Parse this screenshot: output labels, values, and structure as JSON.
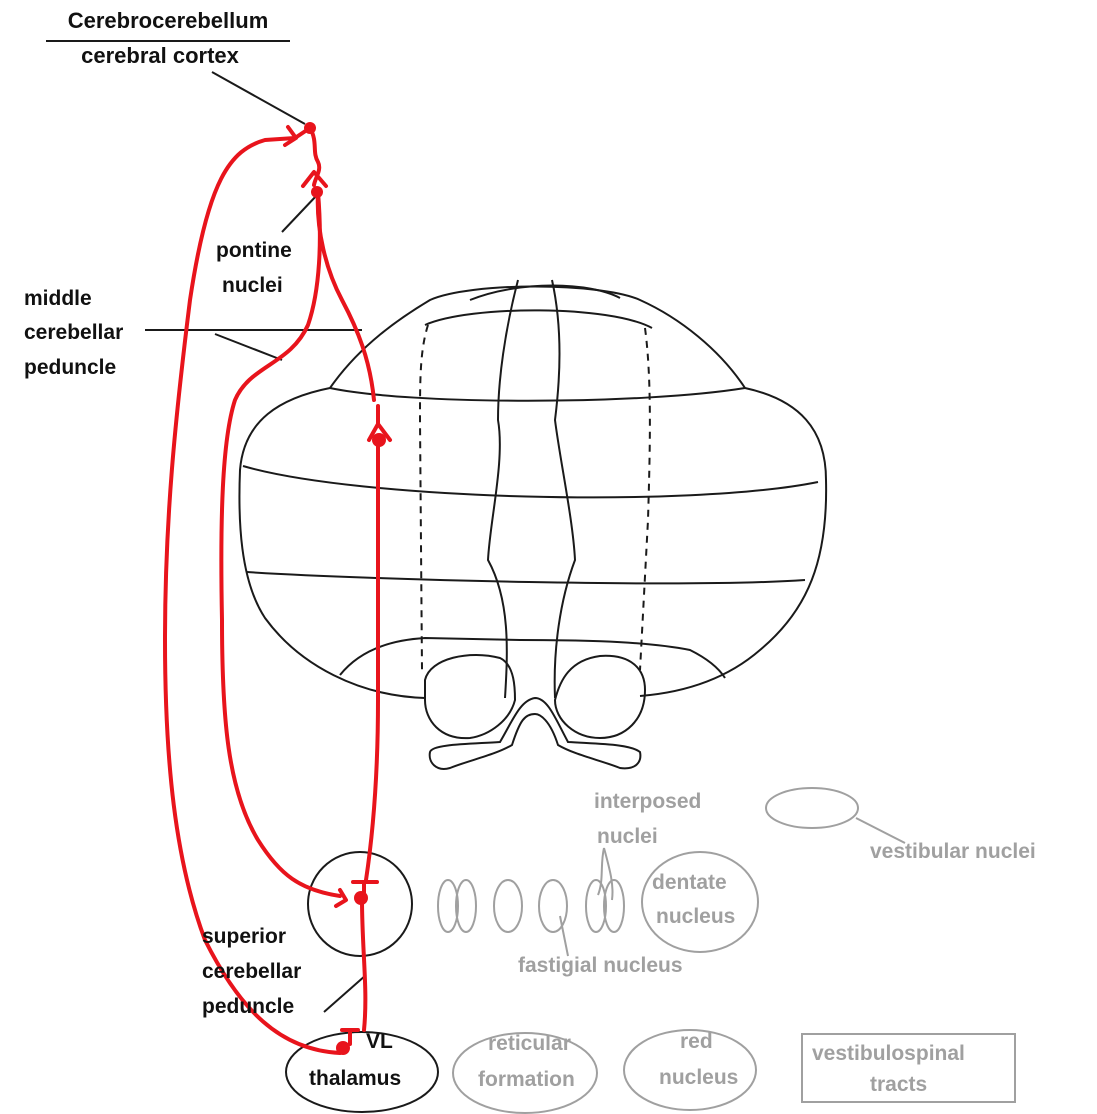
{
  "title": {
    "line1": "Cerebrocerebellum",
    "line2": "cerebral cortex"
  },
  "labels": {
    "pontine_1": "pontine",
    "pontine_2": "nuclei",
    "mcp_1": "middle",
    "mcp_2": "cerebellar",
    "mcp_3": "peduncle",
    "scp_1": "superior",
    "scp_2": "cerebellar",
    "scp_3": "peduncle",
    "vl_1": "VL",
    "vl_2": "thalamus",
    "interposed_1": "interposed",
    "interposed_2": "nuclei",
    "dentate_1": "dentate",
    "dentate_2": "nucleus",
    "fastigial": "fastigial nucleus",
    "vestibular_nuclei": "vestibular nuclei",
    "reticular_1": "reticular",
    "reticular_2": "formation",
    "red_1": "red",
    "red_2": "nucleus",
    "vestibulospinal_1": "vestibulospinal",
    "vestibulospinal_2": "tracts"
  },
  "colors": {
    "pathway": "#e8141c",
    "outline": "#1a1a1a",
    "inactive": "#a0a0a0"
  }
}
